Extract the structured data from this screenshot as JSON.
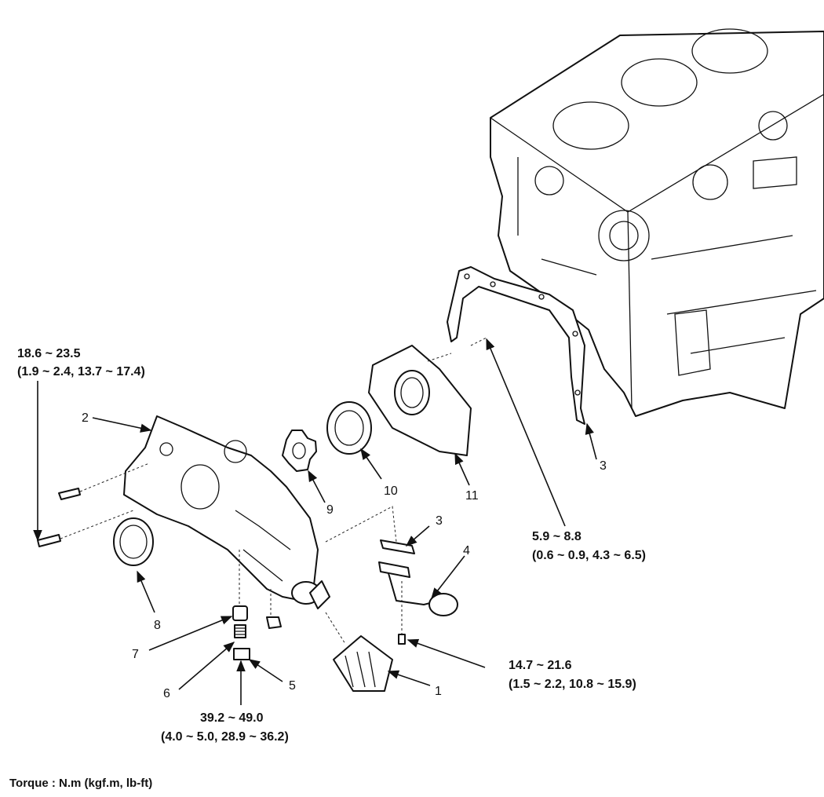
{
  "torque_specs": [
    {
      "id": "t-cover-bolt",
      "line1": "18.6 ~ 23.5",
      "line2": "(1.9 ~ 2.4, 13.7 ~ 17.4)"
    },
    {
      "id": "t-gasket-bolt",
      "line1": "5.9 ~ 8.8",
      "line2": "(0.6 ~ 0.9, 4.3 ~ 6.5)"
    },
    {
      "id": "t-strainer-bolt",
      "line1": "14.7 ~ 21.6",
      "line2": "(1.5 ~ 2.2, 10.8 ~ 15.9)"
    },
    {
      "id": "t-relief-plug",
      "line1": "39.2 ~ 49.0",
      "line2": "(4.0 ~ 5.0, 28.9 ~ 36.2)"
    }
  ],
  "callouts": {
    "n1": "1",
    "n2": "2",
    "n3a": "3",
    "n3b": "3",
    "n4": "4",
    "n5": "5",
    "n6": "6",
    "n7": "7",
    "n8": "8",
    "n9": "9",
    "n10": "10",
    "n11": "11"
  },
  "caption": "Torque : N.m (kgf.m, lb-ft)"
}
